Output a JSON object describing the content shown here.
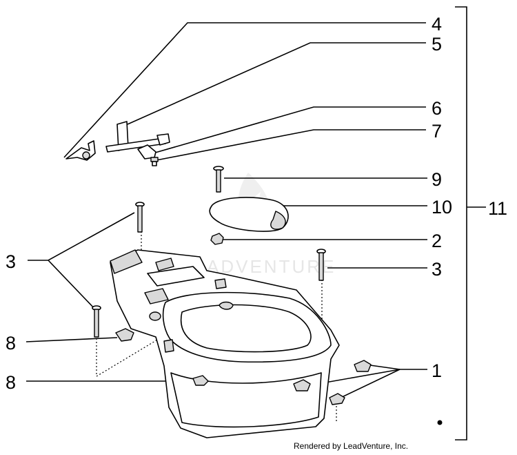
{
  "callouts": {
    "c4": "4",
    "c5": "5",
    "c6": "6",
    "c7": "7",
    "c9": "9",
    "c10": "10",
    "c11": "11",
    "c2": "2",
    "c3_right": "3",
    "c3_left": "3",
    "c8_upper": "8",
    "c8_lower": "8",
    "c1": "1"
  },
  "watermark_text": "ADVENTURE",
  "credit": "Rendered by LeadVenture, Inc."
}
